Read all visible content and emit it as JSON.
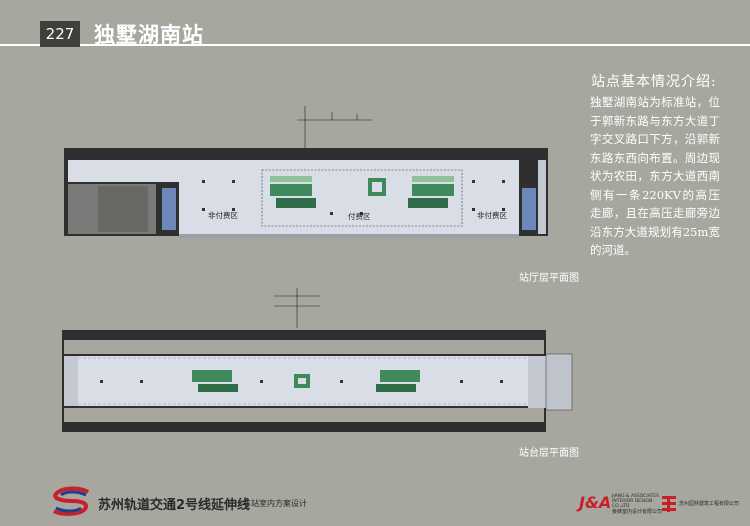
{
  "header": {
    "page_number": "227",
    "title": "独墅湖南站"
  },
  "info": {
    "heading": "站点基本情况介绍:",
    "body": "独墅湖南站为标准站，位于郭新东路与东方大道丁字交叉路口下方，沿郭新东路东西向布置。周边现状为农田，东方大道西南侧有一条220KV的高压走廊，且在高压走廊旁边沿东方大道规划有25m宽的河道。"
  },
  "hall_plan": {
    "caption": "站厅层平面图",
    "zones": [
      "非付费区",
      "付费区",
      "非付费区"
    ]
  },
  "platform_plan": {
    "caption": "站台层平面图"
  },
  "footer": {
    "project_title": "苏州轨道交通2号线延伸线",
    "subtitle": "车站室内方案设计",
    "ja_logo": "J&A",
    "ja_name_en": "JIANG & ASSOCIATES INTERIOR DESIGN CO.,LTD",
    "ja_name_cn": "姜峰室内设计有限公司",
    "partner_name_cn": "苏州园林建筑工程有限公司"
  },
  "colors": {
    "background": "#a7a79f",
    "plan_floor": "#d8dde6",
    "escalator": "#3f8a5a",
    "blue_room": "#6d87b8",
    "brand_red": "#c8202a"
  }
}
